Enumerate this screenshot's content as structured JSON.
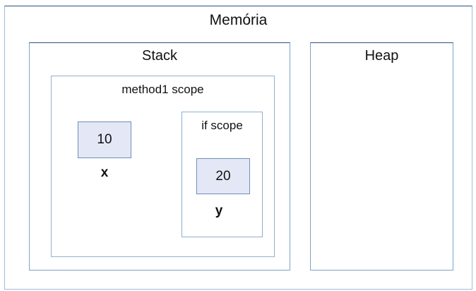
{
  "memory": {
    "title": "Memória",
    "stack": {
      "title": "Stack",
      "method_scope": {
        "title": "method1 scope",
        "variable": {
          "value": "10",
          "name": "x"
        },
        "if_scope": {
          "title": "if scope",
          "variable": {
            "value": "20",
            "name": "y"
          }
        }
      }
    },
    "heap": {
      "title": "Heap"
    }
  }
}
